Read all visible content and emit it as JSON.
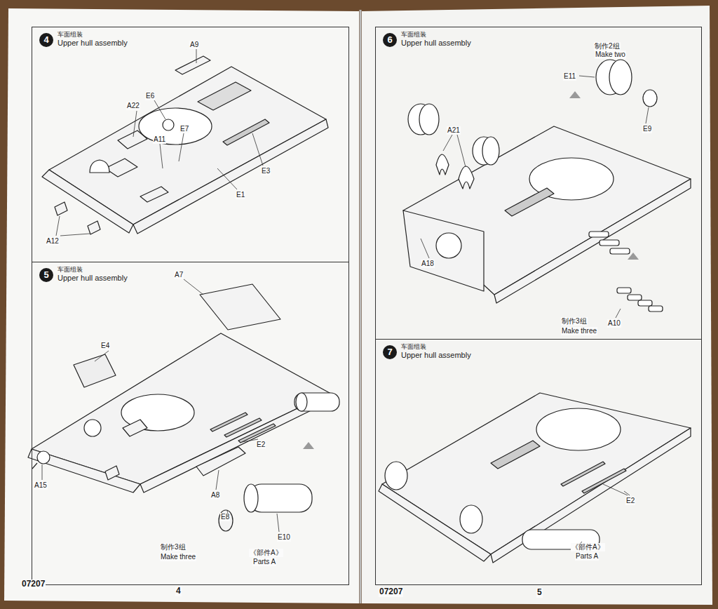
{
  "diagram": {
    "nodes": [
      {
        "text": [
          "车面组装",
          "Upper hull assembly"
        ]
      },
      {
        "text": [
          "4"
        ],
        "in": 0
      },
      {
        "text": [
          "车面组装",
          "Upper hull assembly"
        ]
      },
      {
        "text": [
          "5"
        ],
        "in": 2
      },
      {
        "text": [
          "车面组装",
          "Upper hull assembly"
        ]
      },
      {
        "text": [
          "6"
        ],
        "in": 4
      },
      {
        "text": [
          "车面组装",
          "Upper hull assembly"
        ]
      },
      {
        "text": [
          "7"
        ],
        "in": 6
      }
    ],
    "labels": [
      "A9",
      "A22",
      "E6",
      "A11",
      "E7",
      "E3",
      "E1",
      "A12",
      "E4",
      "A7",
      "A15",
      "E2",
      "A8",
      "E8",
      "E10",
      "制作3组",
      "Make three",
      "《部件A》",
      "Parts A",
      "07207",
      "4",
      "E11",
      "制作2组",
      "Make two",
      "E9",
      "A21",
      "A18",
      "制作3组",
      "Make three",
      "A10",
      "E2",
      "《部件A》",
      "Parts A",
      "07207",
      "5"
    ]
  }
}
